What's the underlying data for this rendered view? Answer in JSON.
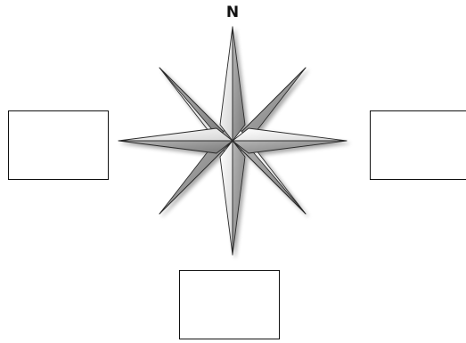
{
  "compass": {
    "north_label": "N",
    "icon": "compass-rose-icon",
    "colors": {
      "light": "#f4f4f4",
      "mid": "#c9c9c9",
      "dark": "#8a8a8a",
      "outline": "#2a2a2a"
    }
  },
  "answer_boxes": [
    {
      "id": "west",
      "text": ""
    },
    {
      "id": "east",
      "text": ""
    },
    {
      "id": "south",
      "text": ""
    }
  ]
}
